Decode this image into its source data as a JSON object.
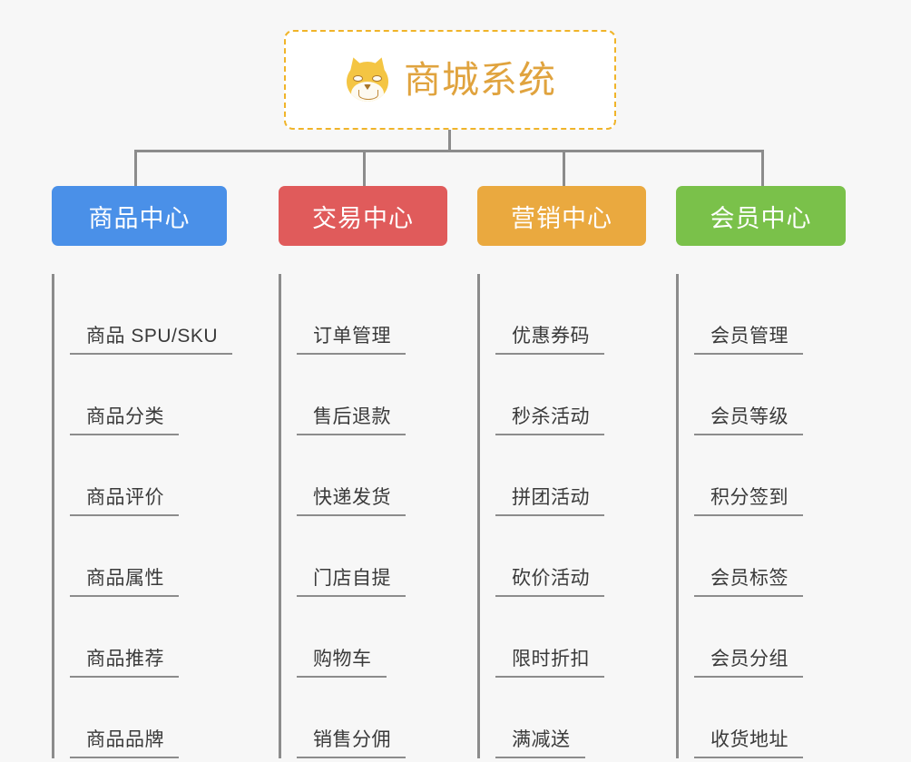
{
  "page": {
    "background_color": "#f7f7f7",
    "connector_color": "#8c8c8c"
  },
  "root": {
    "icon": "shiba-dog-face-emoji",
    "title": "商城系统",
    "title_color": "#e0a33e",
    "border_color": "#f0b429",
    "background_color": "#ffffff"
  },
  "columns": [
    {
      "title": "商品中心",
      "color": "#4a90e8",
      "items": [
        {
          "label": "商品 SPU/SKU"
        },
        {
          "label": "商品分类"
        },
        {
          "label": "商品评价"
        },
        {
          "label": "商品属性"
        },
        {
          "label": "商品推荐"
        },
        {
          "label": "商品品牌"
        }
      ]
    },
    {
      "title": "交易中心",
      "color": "#e05b5b",
      "items": [
        {
          "label": "订单管理"
        },
        {
          "label": "售后退款"
        },
        {
          "label": "快递发货"
        },
        {
          "label": "门店自提"
        },
        {
          "label": "购物车"
        },
        {
          "label": "销售分佣"
        }
      ]
    },
    {
      "title": "营销中心",
      "color": "#eaa93f",
      "items": [
        {
          "label": "优惠券码"
        },
        {
          "label": "秒杀活动"
        },
        {
          "label": "拼团活动"
        },
        {
          "label": "砍价活动"
        },
        {
          "label": "限时折扣"
        },
        {
          "label": "满减送"
        }
      ]
    },
    {
      "title": "会员中心",
      "color": "#7ac14a",
      "items": [
        {
          "label": "会员管理"
        },
        {
          "label": "会员等级"
        },
        {
          "label": "积分签到"
        },
        {
          "label": "会员标签"
        },
        {
          "label": "会员分组"
        },
        {
          "label": "收货地址"
        }
      ]
    }
  ]
}
